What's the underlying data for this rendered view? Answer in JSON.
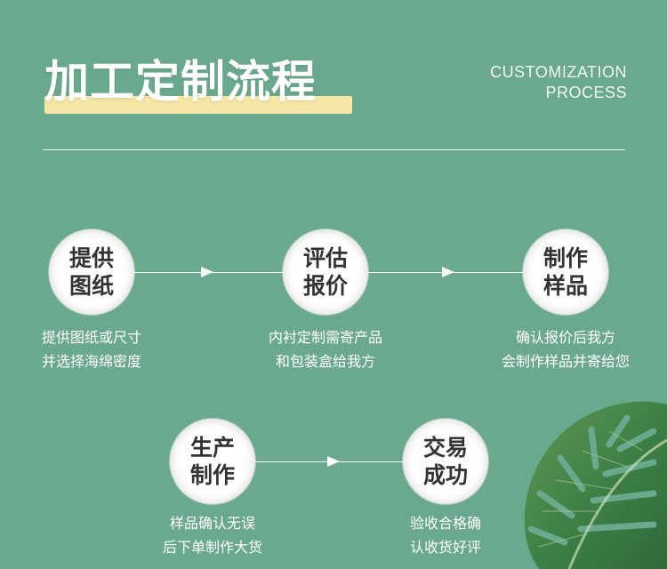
{
  "header": {
    "title": "加工定制流程",
    "subtitle_line1": "CUSTOMIZATION",
    "subtitle_line2": "PROCESS"
  },
  "steps": [
    {
      "line1": "提供",
      "line2": "图纸",
      "desc1": "提供图纸或尺寸",
      "desc2": "并选择海绵密度"
    },
    {
      "line1": "评估",
      "line2": "报价",
      "desc1": "内衬定制需寄产品",
      "desc2": "和包装盒给我方"
    },
    {
      "line1": "制作",
      "line2": "样品",
      "desc1": "确认报价后我方",
      "desc2": "会制作样品并寄给您"
    },
    {
      "line1": "生产",
      "line2": "制作",
      "desc1": "样品确认无误",
      "desc2": "后下单制作大货"
    },
    {
      "line1": "交易",
      "line2": "成功",
      "desc1": "验收合格确",
      "desc2": "认收货好评"
    }
  ],
  "colors": {
    "background": "#6aa98d",
    "title_highlight": "#f6e7a6",
    "circle_fill": "#ffffff",
    "circle_text": "#333333",
    "leaf_dark": "#2f6a3c",
    "leaf_light": "#5d9a55"
  },
  "decoration": {
    "leaf_icon": "monstera-leaf-icon"
  }
}
